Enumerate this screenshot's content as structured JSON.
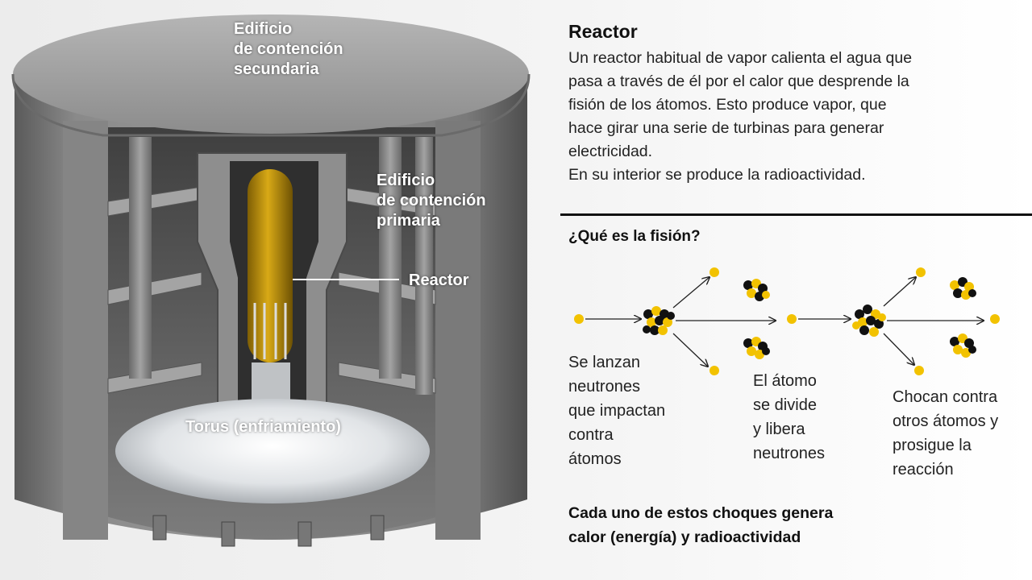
{
  "colors": {
    "concrete": "#8a8a8a",
    "fuel": "#c79a12",
    "torus": "#dfe3e6",
    "neutron": "#f2c200",
    "nucleus_dark": "#111111",
    "divider": "#111111"
  },
  "diagram_labels": {
    "secondary": [
      "Edificio",
      "de contención",
      "secundaria"
    ],
    "primary": [
      "Edificio",
      "de contención",
      "primaria"
    ],
    "reactor": "Reactor",
    "torus": "Torus (enfriamiento)"
  },
  "reactor_section": {
    "title": "Reactor",
    "lines": [
      "Un reactor habitual de vapor calienta el agua que",
      "pasa a través de él por el calor que desprende la",
      "fisión de los átomos. Esto produce vapor, que",
      "hace girar una serie de turbinas para generar",
      "electricidad.",
      "En su interior se produce la radioactividad."
    ]
  },
  "fission_section": {
    "title": "¿Qué es la fisión?",
    "captions": [
      [
        "Se lanzan",
        "neutrones",
        "que impactan",
        "contra",
        "átomos"
      ],
      [
        "El átomo",
        "se divide",
        "y libera",
        "neutrones"
      ],
      [
        "Chocan contra",
        "otros átomos y",
        "prosigue la",
        "reacción"
      ]
    ],
    "conclusion": [
      "Cada uno de estos choques genera",
      "calor (energía) y radioactividad"
    ]
  }
}
